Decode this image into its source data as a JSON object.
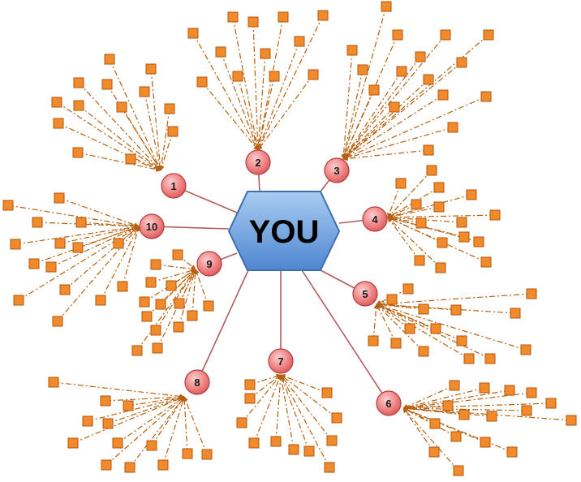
{
  "hub": {
    "label": "YOU"
  },
  "spokes": [
    {
      "label": "1"
    },
    {
      "label": "2"
    },
    {
      "label": "3"
    },
    {
      "label": "4"
    },
    {
      "label": "5"
    },
    {
      "label": "6"
    },
    {
      "label": "7"
    },
    {
      "label": "8"
    },
    {
      "label": "9"
    },
    {
      "label": "10"
    }
  ],
  "colors": {
    "hub_fill_top": "#9cc3ee",
    "hub_fill_bottom": "#5a8fd6",
    "spoke_fill": "#f08080",
    "spoke_line": "#b25c5c",
    "leaf_fill": "#f08a2a",
    "leaf_line": "#b8600f"
  }
}
